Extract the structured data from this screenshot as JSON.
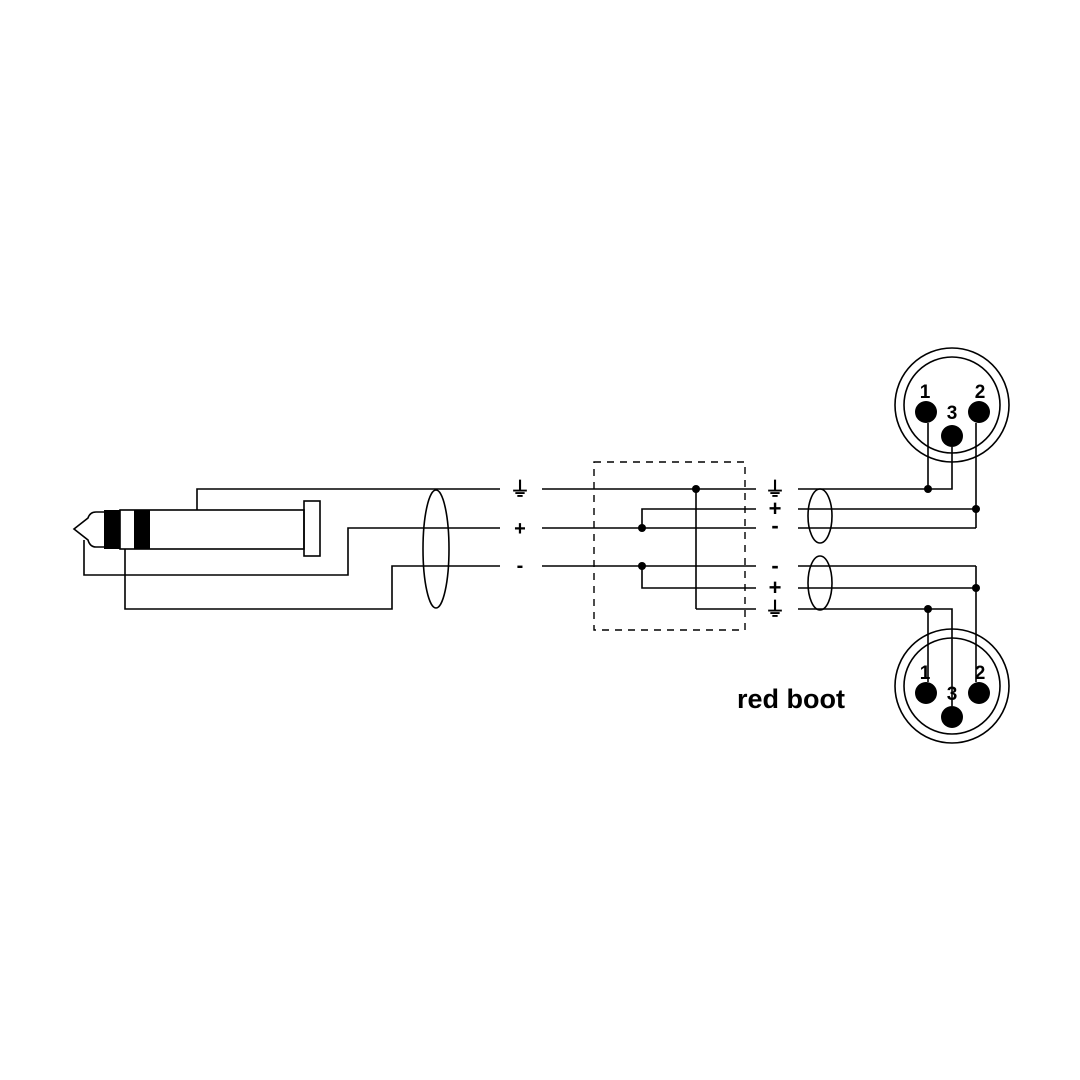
{
  "wire_labels": {
    "ground": "⏚",
    "plus": "+",
    "minus": "-"
  },
  "xlr_top": {
    "pin1": "1",
    "pin2": "2",
    "pin3": "3"
  },
  "xlr_bottom": {
    "pin1": "1",
    "pin2": "2",
    "pin3": "3"
  },
  "caption": "red boot"
}
